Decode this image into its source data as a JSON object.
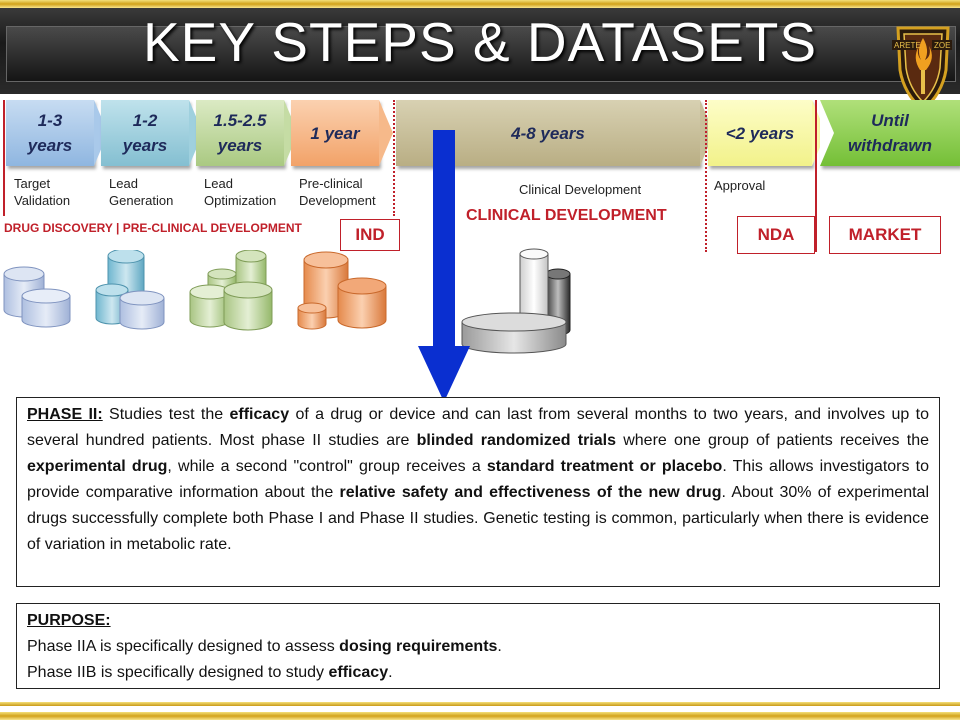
{
  "title": "KEY STEPS & DATASETS",
  "logo": {
    "left_text": "ARETE",
    "right_text": "ZOE"
  },
  "timeline": [
    {
      "duration_line1": "1-3",
      "duration_line2": "years",
      "label_line1": "Target",
      "label_line2": "Validation",
      "color": "#a9c9ea"
    },
    {
      "duration_line1": "1-2",
      "duration_line2": "years",
      "label_line1": "Lead",
      "label_line2": "Generation",
      "color": "#9fd0de"
    },
    {
      "duration_line1": "1.5-2.5",
      "duration_line2": "years",
      "label_line1": "Lead",
      "label_line2": "Optimization",
      "color": "#c5dca4"
    },
    {
      "duration_line1": "1 year",
      "label_line1": "Pre-clinical",
      "label_line2": "Development",
      "color": "#f6b98a"
    },
    {
      "duration_line1": "4-8 years",
      "label_line1": "Clinical Development",
      "color": "#c8bf99"
    },
    {
      "duration_line1": "<2 years",
      "label_line1": "Approval",
      "color": "#fafaa8"
    },
    {
      "duration_line1": "Until",
      "duration_line2": "withdrawn",
      "color": "#8fd04e"
    }
  ],
  "stage_labels": {
    "drug_discovery": "DRUG DISCOVERY | PRE-CLINICAL DEVELOPMENT",
    "clinical_development": "CLINICAL DEVELOPMENT"
  },
  "milestones": {
    "ind": "IND",
    "nda": "NDA",
    "market": "MARKET"
  },
  "colors": {
    "accent_red": "#c0202a",
    "arrow_blue": "#0a2fd0"
  },
  "phase_box": {
    "heading": "PHASE II:",
    "t1": " Studies test the ",
    "b1": "efficacy",
    "t2": " of a drug or device and can last from several months to two years, and involves up to several hundred patients. Most phase II studies are ",
    "b2": "blinded randomized trials",
    "t3": " where one group of patients receives the ",
    "b3": "experimental drug",
    "t4": ", while a second \"control\" group receives a ",
    "b4": "standard treatment or placebo",
    "t5": ". This allows investigators to provide comparative information about the ",
    "b5": "relative safety and effectiveness of the new drug",
    "t6": ". About 30% of experimental drugs successfully complete both Phase I and Phase II studies. Genetic testing is common, particularly when there is evidence of variation in metabolic rate."
  },
  "purpose_box": {
    "heading": "PURPOSE:",
    "l1_text": "Phase IIA is specifically designed to assess ",
    "l1_bold": "dosing requirements",
    "l1_end": ".",
    "l2_text": "Phase IIB is specifically designed to study ",
    "l2_bold": "efficacy",
    "l2_end": "."
  }
}
